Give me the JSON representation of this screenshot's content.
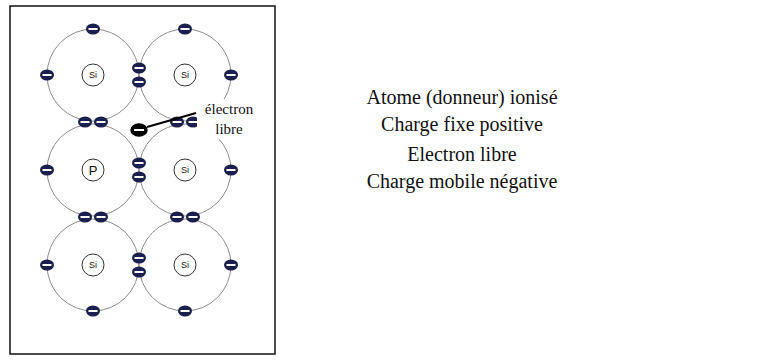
{
  "diagram": {
    "nodes": [
      {
        "text": [
          "Si"
        ]
      },
      {
        "text": [
          "Si"
        ]
      },
      {
        "text": [
          "P"
        ]
      },
      {
        "text": [
          "Si"
        ]
      },
      {
        "text": [
          "Si"
        ]
      },
      {
        "text": [
          "Si"
        ]
      }
    ],
    "labels": [
      "électron libre",
      "Atome (donneur) ionisé",
      "Charge fixe positive",
      "Electron libre",
      "Charge mobile négative"
    ]
  }
}
